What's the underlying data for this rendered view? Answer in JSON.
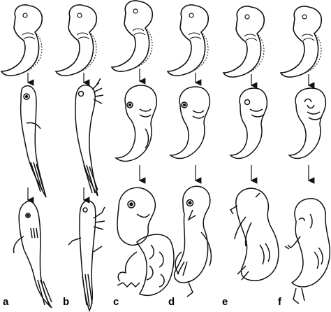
{
  "figure": {
    "columns": [
      {
        "label": "a"
      },
      {
        "label": "b"
      },
      {
        "label": "c"
      },
      {
        "label": "d"
      },
      {
        "label": "e"
      },
      {
        "label": "f"
      }
    ]
  },
  "colors": {
    "ink": "#111111",
    "background": "#ffffff"
  }
}
